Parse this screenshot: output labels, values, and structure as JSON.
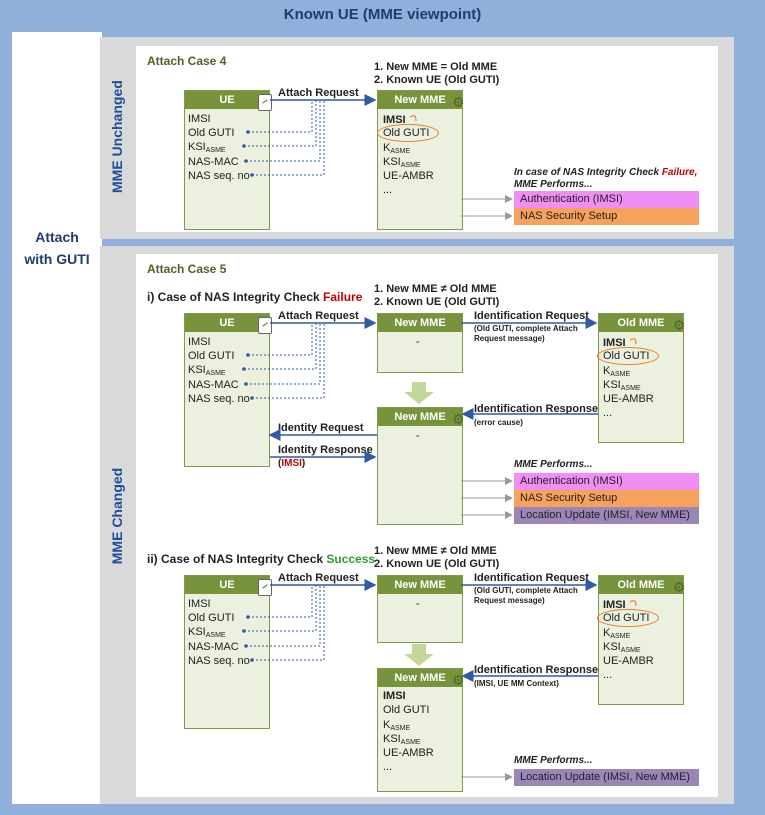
{
  "title": "Known UE (MME viewpoint)",
  "left_label": {
    "line1": "Attach",
    "line2": "with GUTI"
  },
  "band_unchanged": {
    "label": "MME Unchanged"
  },
  "band_changed": {
    "label": "MME Changed"
  },
  "colors": {
    "background": "#8fb0da",
    "title": "#1f3b70",
    "box_header": "#77933c",
    "box_fill": "#ebf1de",
    "auth": "#f18ef5",
    "nas": "#f7a25c",
    "loc": "#9b86b8",
    "arrow": "#2e5aa6",
    "red": "#c00000",
    "success": "#2e9d2e"
  },
  "case4": {
    "title": "Attach Case 4",
    "cond1": "1. New MME = Old MME",
    "cond2": "2. Known UE (Old GUTI)",
    "ue": {
      "header": "UE",
      "items": [
        "IMSI",
        "Old GUTI",
        "KSI",
        "NAS-MAC",
        "NAS seq. no"
      ],
      "ksi_sub": "ASME"
    },
    "mme": {
      "header": "New MME",
      "imsi": "IMSI",
      "guti": "Old GUTI",
      "k": "K",
      "k_sub": "ASME",
      "ksi": "KSI",
      "ksi_sub": "ASME",
      "ambr": "UE-AMBR",
      "dots": "..."
    },
    "attach_req": "Attach Request",
    "perf1": "In case of NAS Integrity Check ",
    "perf_fail": "Failure",
    "perf2": ",",
    "perf3": "MME Performs...",
    "act_auth": "Authentication (IMSI)",
    "act_nas": "NAS Security Setup"
  },
  "case5": {
    "title": "Attach Case 5",
    "fail_title": "i) Case of NAS Integrity Check ",
    "fail_word": "Failure",
    "succ_title": "ii) Case of NAS Integrity Check ",
    "succ_word": "Success",
    "cond1": "1. New MME ≠ Old MME",
    "cond2": "2. Known UE (Old GUTI)",
    "attach_req": "Attach Request",
    "id_req": "Identification Request",
    "id_req_sub1": "(Old GUTI, complete Attach",
    "id_req_sub2": "Request message)",
    "id_resp": "Identification Response",
    "id_resp_fail_sub": "(error cause)",
    "id_resp_succ_sub": "(IMSI, UE MM Context)",
    "identity_req": "Identity Request",
    "identity_resp": "Identity Response",
    "identity_resp_sub_open": "(",
    "identity_resp_sub_imsi": "IMSI",
    "identity_resp_sub_close": ")",
    "new_mme": "New MME",
    "old_mme": "Old MME",
    "dash": "-",
    "perf": "MME Performs...",
    "act_auth": "Authentication (IMSI)",
    "act_nas": "NAS Security Setup",
    "act_loc": "Location Update (IMSI, New MME)"
  }
}
